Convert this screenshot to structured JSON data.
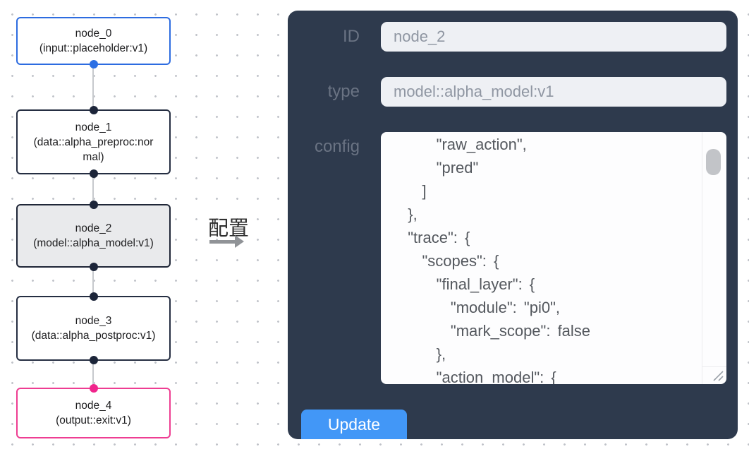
{
  "flow": {
    "nodes": [
      {
        "title": "node_0",
        "subtitle": "(input::placeholder:v1)",
        "accent": "blue",
        "selected": false
      },
      {
        "title": "node_1",
        "subtitle": "(data::alpha_preproc:normal)",
        "accent": "default",
        "selected": false
      },
      {
        "title": "node_2",
        "subtitle": "(model::alpha_model:v1)",
        "accent": "default",
        "selected": true
      },
      {
        "title": "node_3",
        "subtitle": "(data::alpha_postproc:v1)",
        "accent": "default",
        "selected": false
      },
      {
        "title": "node_4",
        "subtitle": "(output::exit:v1)",
        "accent": "pink",
        "selected": false
      }
    ]
  },
  "transition": {
    "label": "配置"
  },
  "panel": {
    "fields": [
      {
        "label": "ID",
        "value": "node_2"
      },
      {
        "label": "type",
        "value": "model::alpha_model:v1"
      }
    ],
    "config_label": "config",
    "config_lines": [
      "      \"raw_action\",",
      "      \"pred\"",
      "    ]",
      "  },",
      "  \"trace\": {",
      "    \"scopes\": {",
      "      \"final_layer\": {",
      "        \"module\": \"pi0\",",
      "        \"mark_scope\": false",
      "      },",
      "      \"action_model\": {"
    ],
    "update_label": "Update"
  },
  "colors": {
    "panel_bg": "#2e3a4d",
    "input_bg": "#eef0f4",
    "button_blue": "#4297f7",
    "node_default_border": "#252e42",
    "node_input_border": "#2d6ce0",
    "node_output_border": "#ee3d92",
    "port_blue": "#2b6fe4",
    "port_pink": "#f0258c",
    "selected_node_fill": "#e9eaec"
  }
}
